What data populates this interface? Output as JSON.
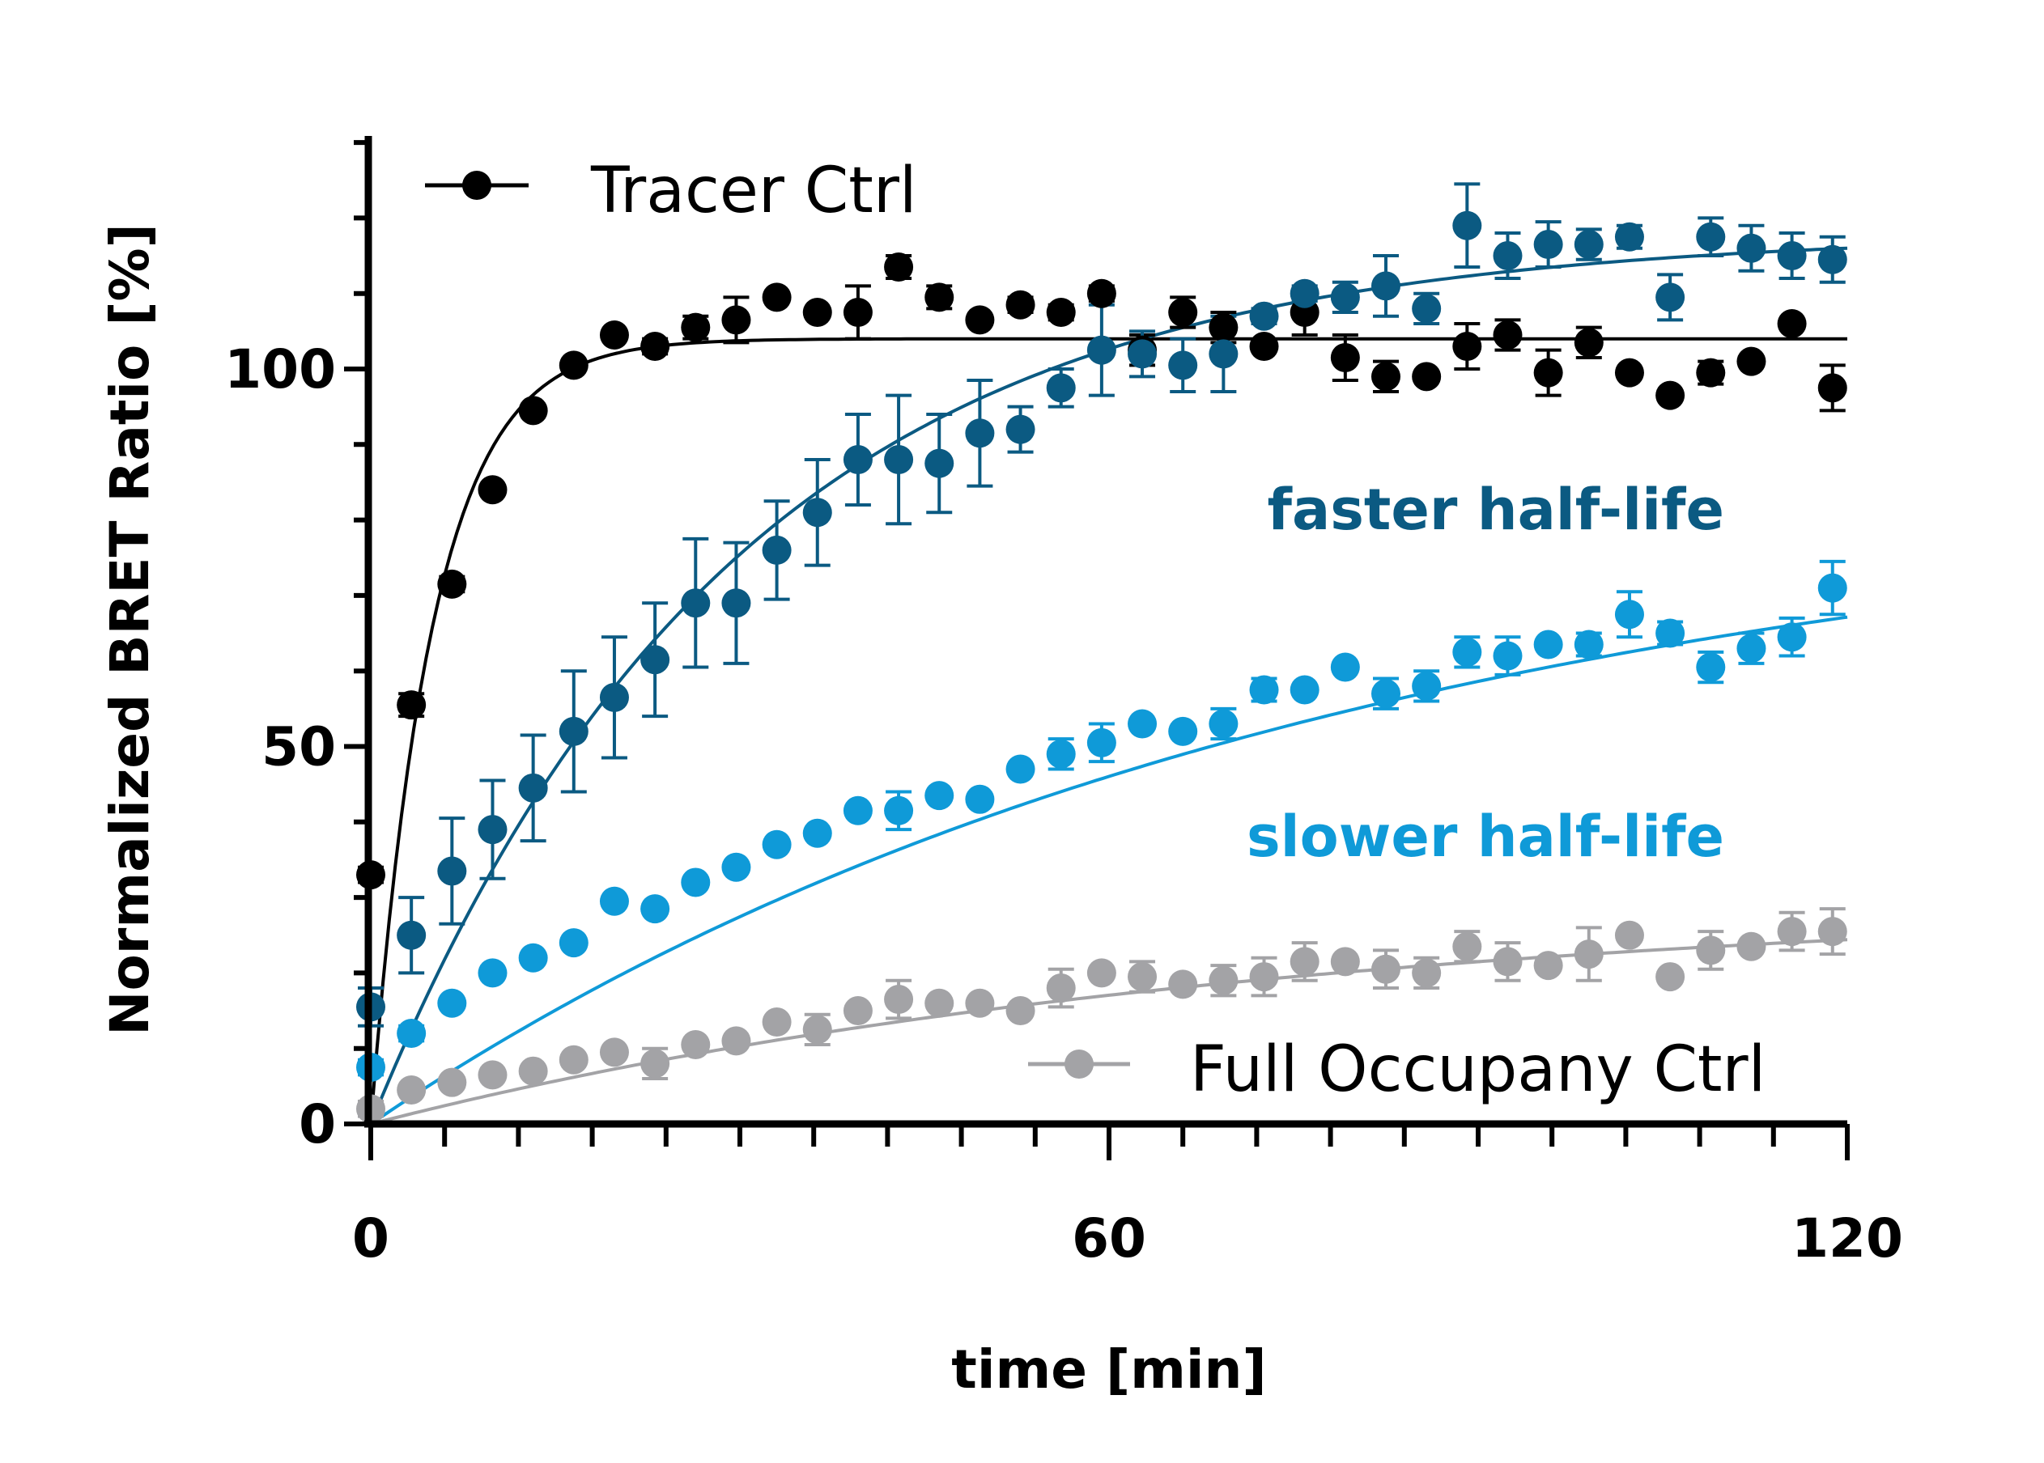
{
  "chart_data": {
    "type": "scatter",
    "xlabel": "time [min]",
    "ylabel": "Normalized BRET Ratio [%]",
    "xlim": [
      0,
      120
    ],
    "ylim": [
      0,
      130
    ],
    "xticks": [
      0,
      60,
      120
    ],
    "yticks": [
      0,
      50,
      100
    ],
    "x_minor_step": 6,
    "y_minor_step": 10,
    "grid": false,
    "legend": [
      {
        "label": "Tracer Ctrl",
        "color": "#000000",
        "position": "top-left"
      },
      {
        "label": "Full Occupany Ctrl",
        "color": "#a3a3a6",
        "position": "bottom-right"
      }
    ],
    "annotations": [
      {
        "text": "faster half-life",
        "color": "#0b5a82"
      },
      {
        "text": "slower half-life",
        "color": "#0f9ad8"
      }
    ],
    "x": [
      0,
      3.3,
      6.6,
      9.9,
      13.2,
      16.5,
      19.8,
      23.1,
      26.4,
      29.7,
      33,
      36.3,
      39.6,
      42.9,
      46.2,
      49.5,
      52.8,
      56.1,
      59.4,
      62.7,
      66,
      69.3,
      72.6,
      75.9,
      79.2,
      82.5,
      85.8,
      89.1,
      92.4,
      95.7,
      99,
      102.3,
      105.6,
      108.9,
      112.2,
      115.5,
      118.8
    ],
    "series": [
      {
        "name": "Tracer Ctrl",
        "color": "#000000",
        "y": [
          33,
          55.5,
          71.5,
          84,
          94.5,
          100.5,
          104.5,
          103,
          105.5,
          106.5,
          109.5,
          107.5,
          107.5,
          113.5,
          109.5,
          106.5,
          108.5,
          107.5,
          110,
          102.5,
          107.5,
          105.5,
          103,
          107.5,
          101.5,
          99,
          99,
          103,
          104.5,
          99.5,
          103.5,
          99.5,
          96.5,
          99.5,
          101,
          106,
          97.5
        ],
        "err": [
          1,
          1.5,
          1,
          0.5,
          0.5,
          0.5,
          0.5,
          1,
          1.5,
          3,
          0.5,
          0.5,
          3.5,
          1.5,
          1.5,
          0.5,
          1,
          1,
          1,
          2,
          2,
          2,
          0.5,
          3,
          3,
          2,
          0.5,
          3,
          2,
          3,
          2,
          0.5,
          0.5,
          1.5,
          0.5,
          0.5,
          3
        ],
        "fit": {
          "model": "one-phase-association",
          "plateau": 104,
          "k": 0.2
        }
      },
      {
        "name": "faster half-life",
        "color": "#0b5a82",
        "y": [
          15.5,
          25,
          33.5,
          39,
          44.5,
          52,
          56.5,
          61.5,
          69,
          69,
          76,
          81,
          88,
          88,
          87.5,
          91.5,
          92,
          97.5,
          102.5,
          102,
          100.5,
          102,
          107,
          110,
          109.5,
          111,
          108,
          119,
          115,
          116.5,
          116.5,
          117.5,
          109.5,
          117.5,
          116,
          115,
          114.5
        ],
        "err": [
          2.5,
          5,
          7,
          6.5,
          7,
          8,
          8,
          7.5,
          8.5,
          8,
          6.5,
          7,
          6,
          8.5,
          6.5,
          7,
          3,
          2.5,
          6,
          3,
          3.5,
          5,
          1,
          1,
          2,
          4,
          2,
          5.5,
          3,
          3,
          2,
          1.5,
          3,
          2.5,
          3,
          3,
          3
        ],
        "fit": {
          "model": "one-phase-association",
          "plateau": 118,
          "k": 0.034
        }
      },
      {
        "name": "slower half-life",
        "color": "#0f9ad8",
        "y": [
          7.5,
          12,
          16,
          20,
          22,
          24,
          29.5,
          28.5,
          32,
          34,
          37,
          38.5,
          41.5,
          41.5,
          43.5,
          43,
          47,
          49,
          50.5,
          53,
          52,
          53,
          57.5,
          57.5,
          60.5,
          57,
          58,
          62.5,
          62,
          63.5,
          63.5,
          67.5,
          65,
          60.5,
          63,
          64.5,
          71
        ],
        "err": [
          1,
          1,
          0.5,
          0.5,
          0.5,
          0.5,
          0.5,
          0.5,
          0.5,
          0.5,
          0.5,
          0.5,
          0.5,
          2.5,
          0.5,
          0.5,
          0.5,
          2,
          2.5,
          0.5,
          0.5,
          2,
          1.5,
          0.5,
          0.5,
          2,
          2,
          2,
          2.5,
          0.5,
          1.5,
          3,
          1.5,
          2,
          2,
          2.5,
          3.5
        ],
        "fit": {
          "model": "one-phase-association",
          "plateau": 85,
          "k": 0.013
        }
      },
      {
        "name": "Full Occupany Ctrl",
        "color": "#a3a3a6",
        "y": [
          2,
          4.5,
          5.5,
          6.5,
          7,
          8.5,
          9.5,
          8,
          10.5,
          11,
          13.5,
          12.5,
          15,
          16.5,
          16,
          16,
          15,
          18,
          20,
          19.5,
          18.5,
          19,
          19.5,
          21.5,
          21.5,
          20.5,
          20,
          23.5,
          21.5,
          21,
          22.5,
          25,
          19.5,
          23,
          23.5,
          25.5,
          25.5
        ],
        "err": [
          1,
          0.5,
          0.5,
          0.5,
          0.5,
          0.5,
          0.5,
          2,
          0.5,
          0.5,
          0.5,
          2,
          0.5,
          2.5,
          0.5,
          0.5,
          0.5,
          2.5,
          0.5,
          2,
          0.5,
          2,
          2.5,
          2.5,
          0.5,
          2.5,
          2,
          2,
          2.5,
          0.5,
          3.5,
          0.5,
          0.5,
          2.5,
          0.5,
          2.5,
          3
        ],
        "fit": {
          "model": "one-phase-association",
          "plateau": 30,
          "k": 0.014
        }
      }
    ]
  }
}
